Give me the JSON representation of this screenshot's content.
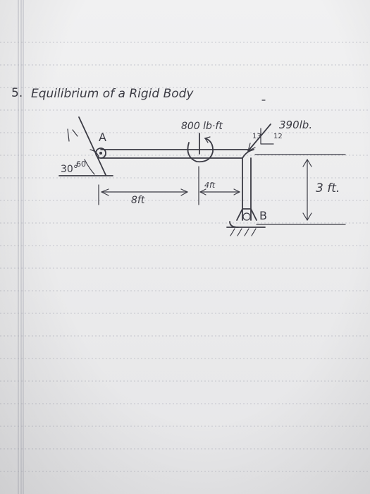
{
  "problem": {
    "number": "5.",
    "title": "Equilibrium of a Rigid Body"
  },
  "diagram": {
    "moment_label": "800 lb·ft",
    "force_label": "390lb.",
    "slope_hyp": "13",
    "slope_vert": "12",
    "support_a_label": "A",
    "support_b_label": "B",
    "angle_label": "30°",
    "angle_60_label": "60",
    "dim_left_label": "8ft",
    "dim_mid_label": "4ft",
    "dim_height_label": "3 ft."
  }
}
